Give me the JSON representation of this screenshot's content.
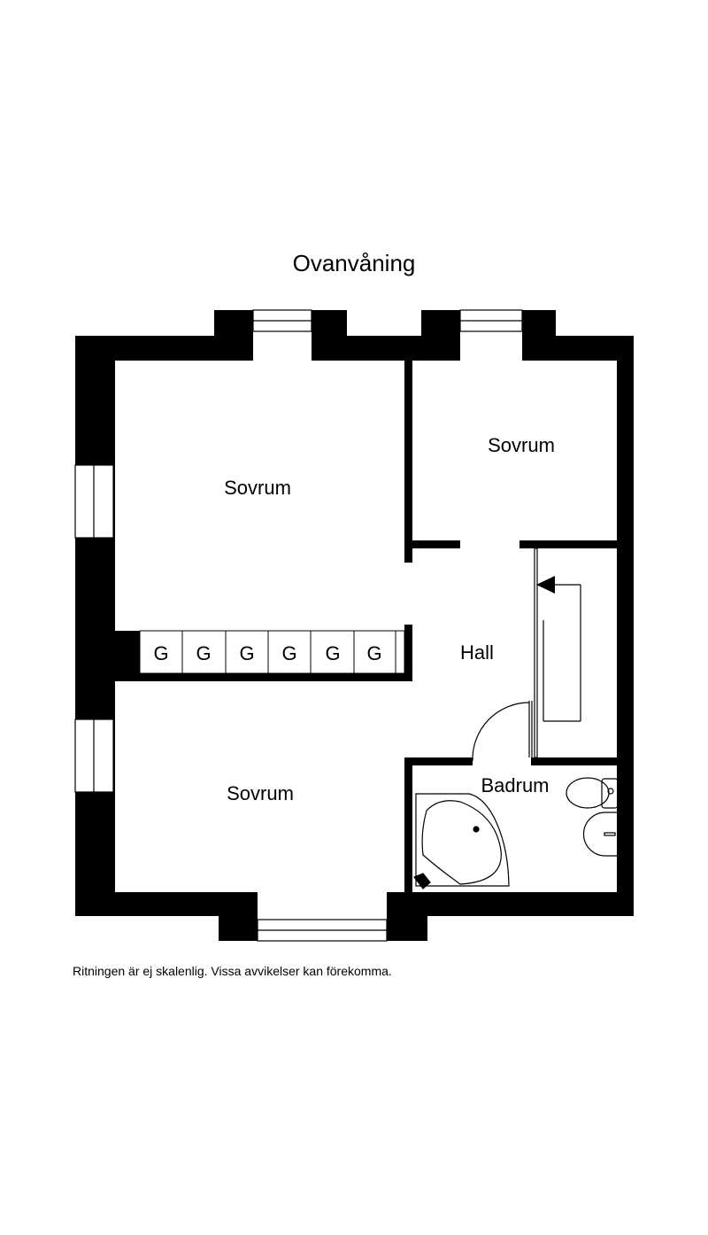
{
  "title": "Ovanvåning",
  "rooms": [
    {
      "label": "Sovrum"
    },
    {
      "label": "Sovrum"
    },
    {
      "label": "Hall"
    },
    {
      "label": "Sovrum"
    },
    {
      "label": "Badrum"
    }
  ],
  "closets": [
    {
      "label": "G"
    },
    {
      "label": "G"
    },
    {
      "label": "G"
    },
    {
      "label": "G"
    },
    {
      "label": "G"
    },
    {
      "label": "G"
    }
  ],
  "disclaimer": "Ritningen är ej skalenlig. Vissa avvikelser kan förekomma."
}
